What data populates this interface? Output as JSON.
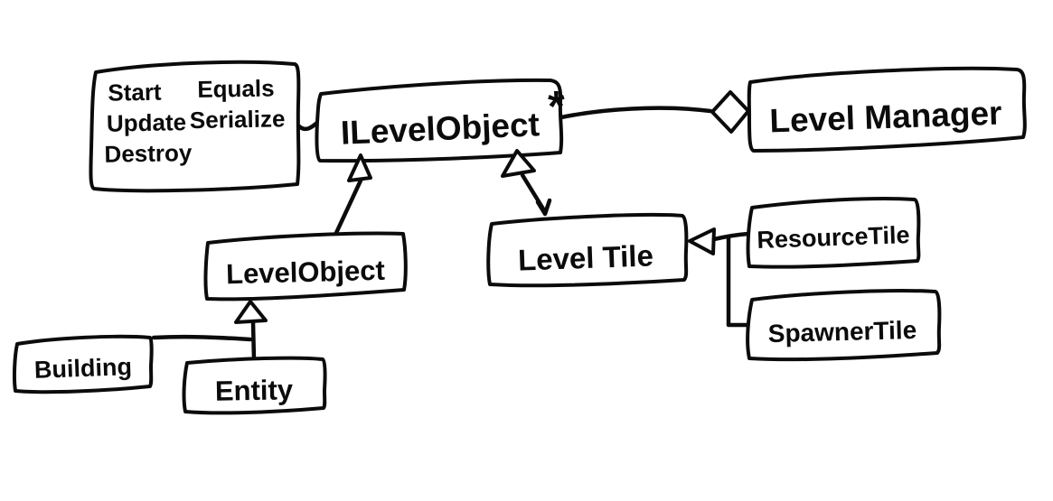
{
  "canvas": {
    "background": "#ffffff",
    "ink_color": "#0b0b0b",
    "style": "hand-drawn whiteboard sketch"
  },
  "diagram": {
    "type": "uml-class-diagram",
    "interface_note": {
      "col1": [
        "Start",
        "Update",
        "Destroy"
      ],
      "col2": [
        "Equals",
        "Serialize"
      ]
    },
    "nodes": {
      "ilevel_object": "ILevelObject",
      "level_manager": "Level Manager",
      "level_object": "LevelObject",
      "level_tile": "Level Tile",
      "resource_tile": "ResourceTile",
      "spawner_tile": "SpawnerTile",
      "building": "Building",
      "entity": "Entity"
    },
    "labels": {
      "multiplicity": "*"
    },
    "relationships": [
      {
        "from": "ILevelObject",
        "to": "Level Manager",
        "type": "aggregation",
        "multiplicity": "*"
      },
      {
        "from": "LevelObject",
        "to": "ILevelObject",
        "type": "generalization"
      },
      {
        "from": "Level Tile",
        "to": "ILevelObject",
        "type": "generalization"
      },
      {
        "from": "ResourceTile",
        "to": "Level Tile",
        "type": "generalization"
      },
      {
        "from": "SpawnerTile",
        "to": "Level Tile",
        "type": "generalization"
      },
      {
        "from": "Building",
        "to": "LevelObject",
        "type": "generalization"
      },
      {
        "from": "Entity",
        "to": "LevelObject",
        "type": "generalization"
      },
      {
        "from": "interface note (Start, Update, Destroy, Equals, Serialize)",
        "to": "ILevelObject",
        "type": "note-attachment"
      }
    ]
  }
}
